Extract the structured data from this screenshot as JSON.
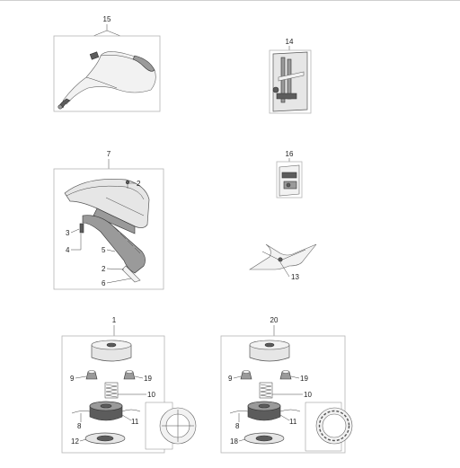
{
  "callouts": {
    "p15": "15",
    "p14": "14",
    "p7": "7",
    "p16": "16",
    "p13": "13",
    "p1": "1",
    "p20": "20",
    "g7": {
      "a": "2",
      "b": "3",
      "c": "4",
      "d": "5",
      "e": "2",
      "f": "6"
    },
    "g1": {
      "a": "9",
      "b": "19",
      "c": "10",
      "d": "8",
      "e": "11",
      "f": "12"
    },
    "g20": {
      "a": "9",
      "b": "19",
      "c": "10",
      "d": "8",
      "e": "11",
      "f": "18"
    }
  }
}
